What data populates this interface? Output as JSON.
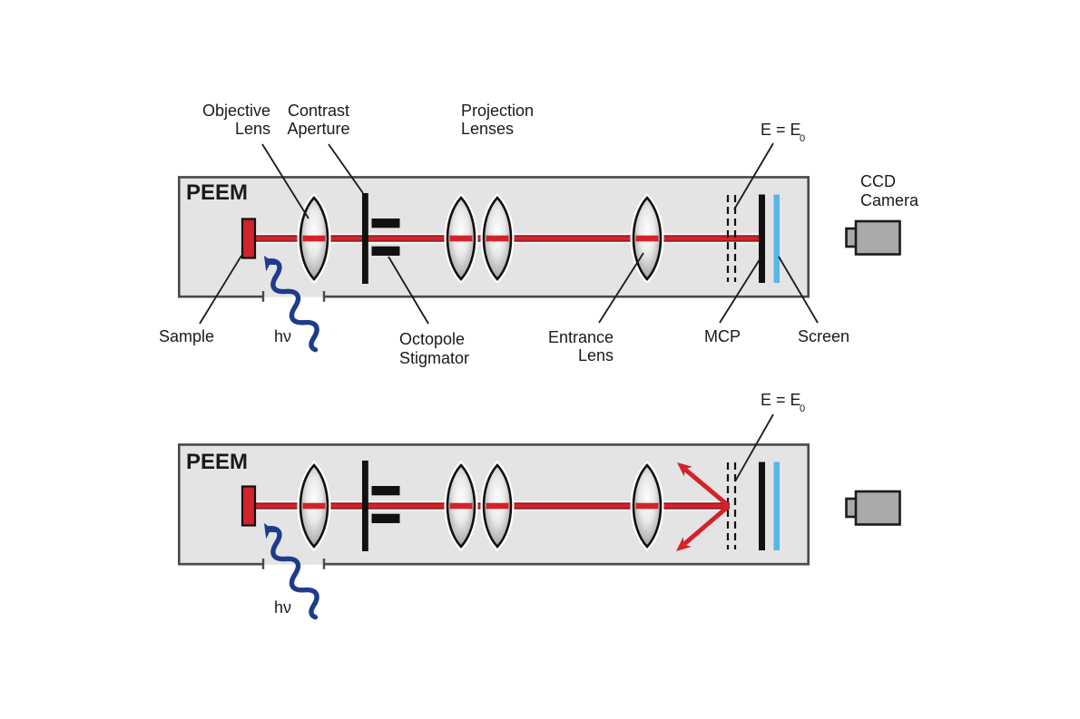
{
  "colors": {
    "box_fill": "#e4e4e5",
    "box_border": "#4a4a4a",
    "beam": "#d2232a",
    "beam_dark": "#8f191e",
    "screen": "#58b6e8",
    "photon": "#1e3b8c",
    "camera": "#a9a9a9",
    "ink": "#1a1a1a"
  },
  "panels": {
    "top": {
      "title": "PEEM",
      "labels": {
        "objective": [
          "Objective",
          "Lens"
        ],
        "contrast": [
          "Contrast",
          "Aperture"
        ],
        "projection": [
          "Projection",
          "Lenses"
        ],
        "energy": {
          "main": "E = E",
          "sub": "0"
        },
        "ccd": [
          "CCD",
          "Camera"
        ],
        "sample": "Sample",
        "photon": "hν",
        "octopole": [
          "Octopole",
          "Stigmator"
        ],
        "entrance": [
          "Entrance",
          "Lens"
        ],
        "mcp": "MCP",
        "screen": "Screen"
      }
    },
    "bottom": {
      "title": "PEEM",
      "labels": {
        "energy": {
          "main": "E = E",
          "sub": "0"
        },
        "photon": "hν"
      }
    }
  }
}
